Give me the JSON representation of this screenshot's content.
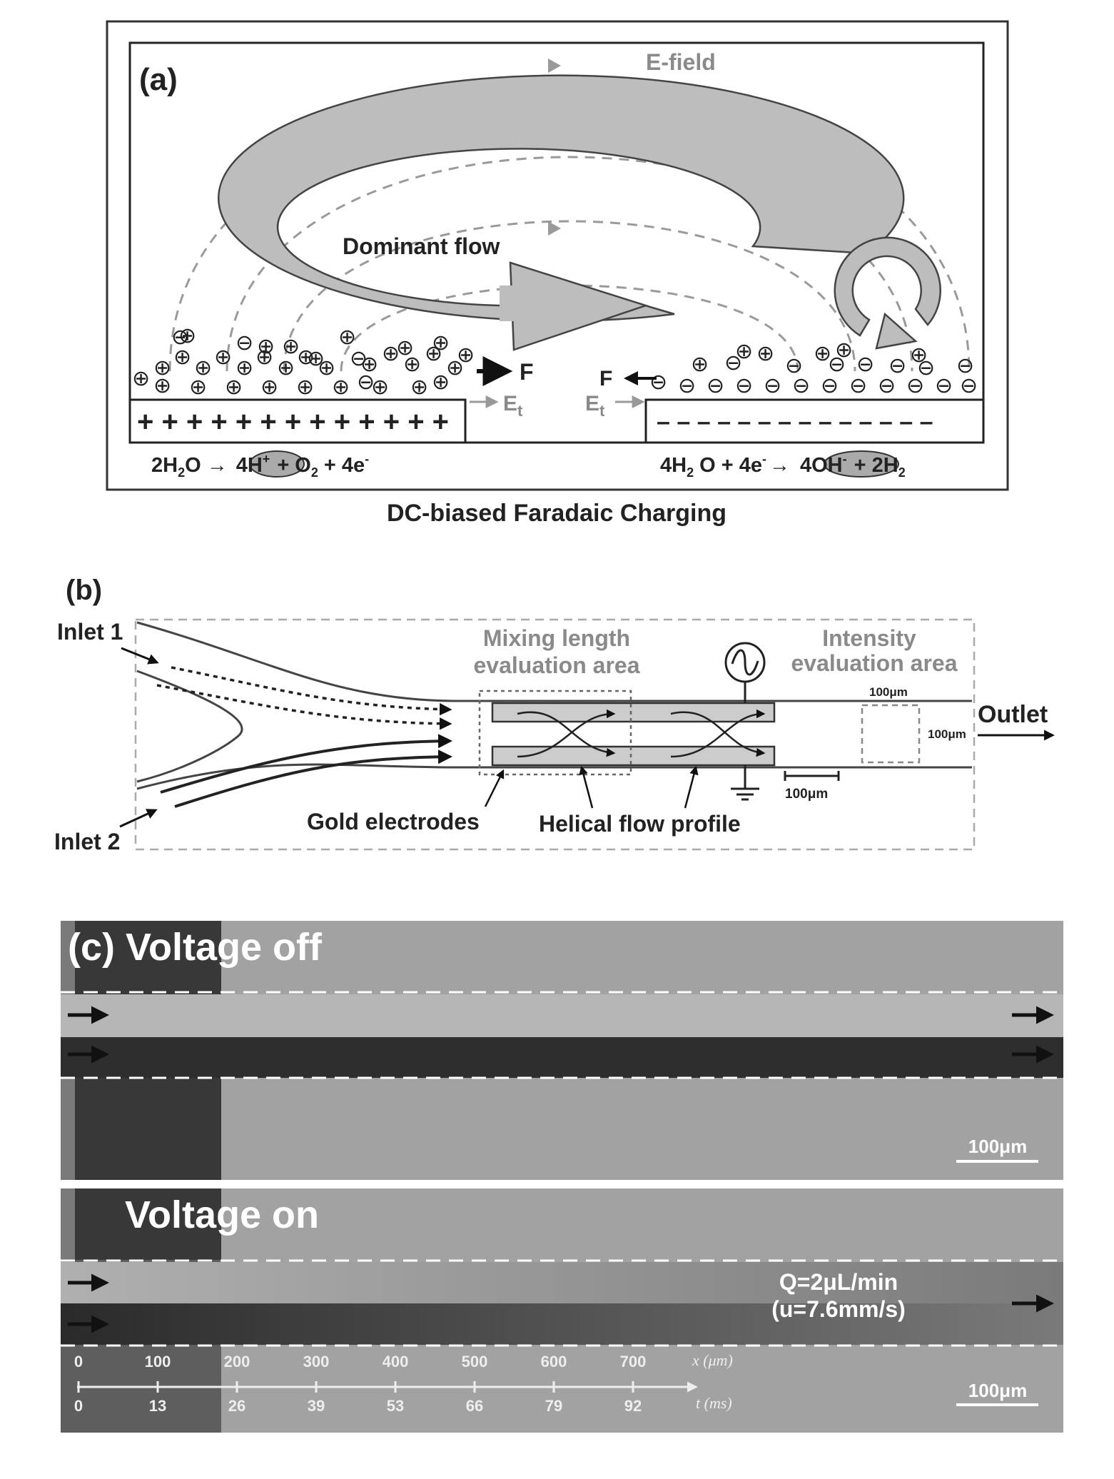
{
  "panel_a": {
    "label": "(a)",
    "efield_label": "E-field",
    "dominant_flow_label": "Dominant flow",
    "force_label_left": "F",
    "force_label_right": "F",
    "et_label": "E",
    "et_sub": "t",
    "anode_signs": "+ + + + + + + + + + + + +",
    "cathode_signs": "– – – – – – – – – – – – – –",
    "reaction_left": {
      "p1": "2H",
      "sub1": "2",
      "p2": "O →",
      "oval": "4H",
      "sup": "+",
      "p3": "+ O",
      "sub2": "2",
      "p4": "+ 4e",
      "sup2": "-"
    },
    "reaction_right": {
      "p1": "4H",
      "sub1": "2",
      "p2": "O + 4e",
      "sup": "-",
      "p3": "→",
      "oval": "4OH",
      "sup2": "-",
      "p4": "+ 2H",
      "sub2": "2"
    },
    "caption": "DC-biased Faradaic Charging"
  },
  "panel_b": {
    "label": "(b)",
    "inlet1": "Inlet 1",
    "inlet2": "Inlet 2",
    "mixing_line1": "Mixing length",
    "mixing_line2": "evaluation area",
    "intensity_line1": "Intensity",
    "intensity_line2": "evaluation area",
    "outlet": "Outlet",
    "scale_top": "100μm",
    "scale_right": "100μm",
    "scale_bottom": "100μm",
    "gold_electrodes": "Gold electrodes",
    "helical_flow": "Helical flow profile"
  },
  "panel_c": {
    "title_off": "(c) Voltage off",
    "title_on": "Voltage on",
    "scale_bar_top": "100μm",
    "scale_bar_bottom": "100μm",
    "flow_q": "Q=2μL/min",
    "flow_u": "(u=7.6mm/s)",
    "x_ticks": [
      "0",
      "100",
      "200",
      "300",
      "400",
      "500",
      "600",
      "700"
    ],
    "x_axis_label": "x (μm)",
    "t_ticks": [
      "0",
      "13",
      "26",
      "39",
      "53",
      "66",
      "79",
      "92"
    ],
    "t_axis_label": "t (ms)"
  }
}
